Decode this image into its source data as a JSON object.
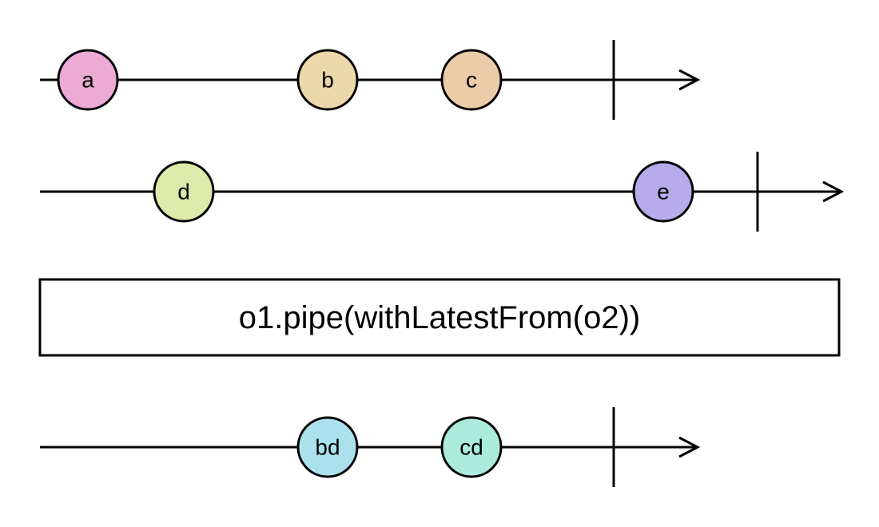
{
  "operator": {
    "label": "o1.pipe(withLatestFrom(o2))"
  },
  "timelines": [
    {
      "id": "o1",
      "marbles": [
        {
          "label": "a",
          "color": "#ebabd5"
        },
        {
          "label": "b",
          "color": "#ecd9ab"
        },
        {
          "label": "c",
          "color": "#ebcba8"
        }
      ],
      "completed": true
    },
    {
      "id": "o2",
      "marbles": [
        {
          "label": "d",
          "color": "#dcebab"
        },
        {
          "label": "e",
          "color": "#b7abeb"
        }
      ],
      "completed": true
    },
    {
      "id": "result",
      "marbles": [
        {
          "label": "bd",
          "color": "#abe1ec"
        },
        {
          "label": "cd",
          "color": "#abebdc"
        }
      ],
      "completed": true
    }
  ]
}
